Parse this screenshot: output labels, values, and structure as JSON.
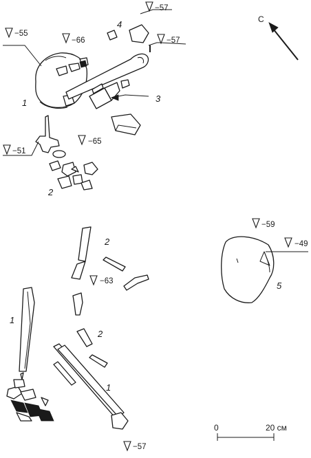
{
  "north": {
    "label": "С"
  },
  "levels": {
    "lv1": "−57",
    "lv2": "−55",
    "lv3": "−66",
    "lv4": "−57",
    "lv5": "−51",
    "lv6": "−65",
    "lv7": "−63",
    "lv8": "−57",
    "lv9": "−59",
    "lv10": "−49"
  },
  "numbers": {
    "n4": "4",
    "n1a": "1",
    "n3": "3",
    "n2a": "2",
    "n2b": "2",
    "n2c": "2",
    "n1b": "1",
    "n1c": "1",
    "n5": "5"
  },
  "scale": {
    "zero": "0",
    "end": "20 см"
  }
}
